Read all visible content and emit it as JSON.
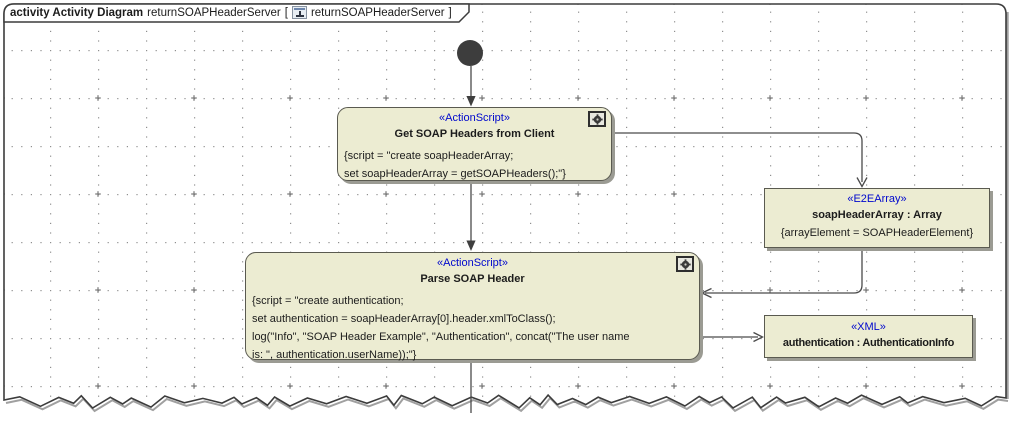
{
  "frame": {
    "title_bold": "activity Activity Diagram",
    "diagram_name": "returnSOAPHeaderServer",
    "bracket_open": "[",
    "frame_ref": "returnSOAPHeaderServer",
    "bracket_close": "]"
  },
  "colors": {
    "node_fill": "#ececd2",
    "node_border": "#5a5a50",
    "stereotype_text": "#0008cd",
    "connector": "#4a4a4a",
    "node_shadow": "#9b9b93",
    "grid_dot": "#8f8f8f",
    "frame_border": "#3c3c3c",
    "initial_node": "#3d3d3d"
  },
  "nodes": {
    "get_headers": {
      "stereotype": "«ActionScript»",
      "title": "Get SOAP Headers from Client",
      "body_lines": [
        "{script = \"create soapHeaderArray;",
        "set soapHeaderArray = getSOAPHeaders();\"}"
      ]
    },
    "soap_header_array": {
      "stereotype": "«E2EArray»",
      "title": "soapHeaderArray : Array",
      "body_lines": [
        "{arrayElement = SOAPHeaderElement}"
      ]
    },
    "parse_header": {
      "stereotype": "«ActionScript»",
      "title": "Parse SOAP Header",
      "body_lines": [
        "{script = \"create authentication;",
        "set authentication = soapHeaderArray[0].header.xmlToClass();",
        "log(\"Info\", \"SOAP Header Example\", \"Authentication\", concat(\"The user name",
        "is: \", authentication.userName));\"}"
      ]
    },
    "authentication": {
      "stereotype": "«XML»",
      "title": "authentication : AuthenticationInfo"
    }
  }
}
